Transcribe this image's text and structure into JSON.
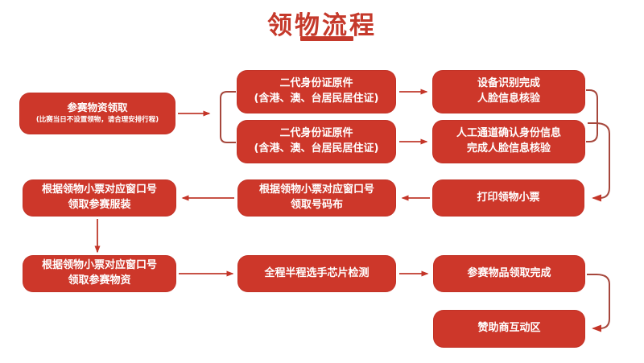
{
  "title": "领物流程",
  "colors": {
    "box_red": "#cd372a",
    "title_red": "#c5392b",
    "arrow_red": "#bf3a2c",
    "bracket_red": "#a6473c",
    "text_white": "#ffffff",
    "background": "#ffffff"
  },
  "nodes": {
    "start": {
      "line1": "参赛物资领取",
      "line2": "(比赛当日不设置领物，请合理安排行程)"
    },
    "id_card_top": {
      "line1": "二代身份证原件",
      "line2": "(含港、澳、台居民居住证)"
    },
    "id_card_bottom": {
      "line1": "二代身份证原件",
      "line2": "(含港、澳、台居民居住证)"
    },
    "device_verify": {
      "line1": "设备识别完成",
      "line2": "人脸信息核验"
    },
    "manual_verify": {
      "line1": "人工通道确认身份信息",
      "line2": "完成人脸信息核验"
    },
    "print_receipt": {
      "line1": "打印领物小票"
    },
    "collect_bib": {
      "line1": "根据领物小票对应窗口号",
      "line2": "领取号码布"
    },
    "collect_clothing": {
      "line1": "根据领物小票对应窗口号",
      "line2": "领取参赛服装"
    },
    "collect_material": {
      "line1": "根据领物小票对应窗口号",
      "line2": "领取参赛物资"
    },
    "chip_check": {
      "line1": "全程半程选手芯片检测"
    },
    "collection_done": {
      "line1": "参赛物品领取完成"
    },
    "sponsor_zone": {
      "line1": "赞助商互动区"
    }
  }
}
